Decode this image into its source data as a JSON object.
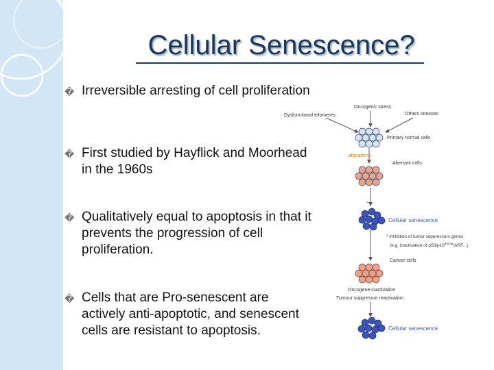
{
  "slide": {
    "title": "Cellular Senescence?",
    "bullet_marker": "�",
    "bullets": [
      "Irreversible arresting of cell proliferation",
      "First studied by Hayflick and Moorhead in the 1960s",
      "Qualitatively equal to apoptosis in that it prevents the progression of cell proliferation.",
      "Cells that are Pro-senescent are actively anti-apoptotic, and senescent cells are resistant to apoptosis."
    ]
  },
  "diagram": {
    "oncogenic_stress": "Oncogenic stress",
    "dysfunctional_telomeres": "Dysfunctional telomeres",
    "others_stresses": "Others stresses",
    "primary_normal_cells": "Primary normal cells",
    "alterations": "alterations",
    "aberrant_cells": "Aberrant cells",
    "cellular_senescence_1": "Cellular senescence",
    "inhibition_line1": "* inhibition of tumor suppressors genes",
    "inhibition_line2": "(e.g. inactivation of p53/p16",
    "inhibition_sup": "INK4a",
    "inhibition_end": "/ARF...)",
    "cancer_cells": "Cancer cells",
    "oncogene_inactivation": "Oncogene inactivation",
    "tumour_suppressor_reactivation": "Tumour suppressor reactivation",
    "cellular_senescence_2": "Cellular senescence",
    "colors": {
      "navy": "#17375e",
      "normal_cell": "#d6e4f2",
      "aberrant_cell": "#e8a58a",
      "senescent_cell": "#3a56b8",
      "orange_label": "#e07a10",
      "arrow": "#555555"
    }
  }
}
